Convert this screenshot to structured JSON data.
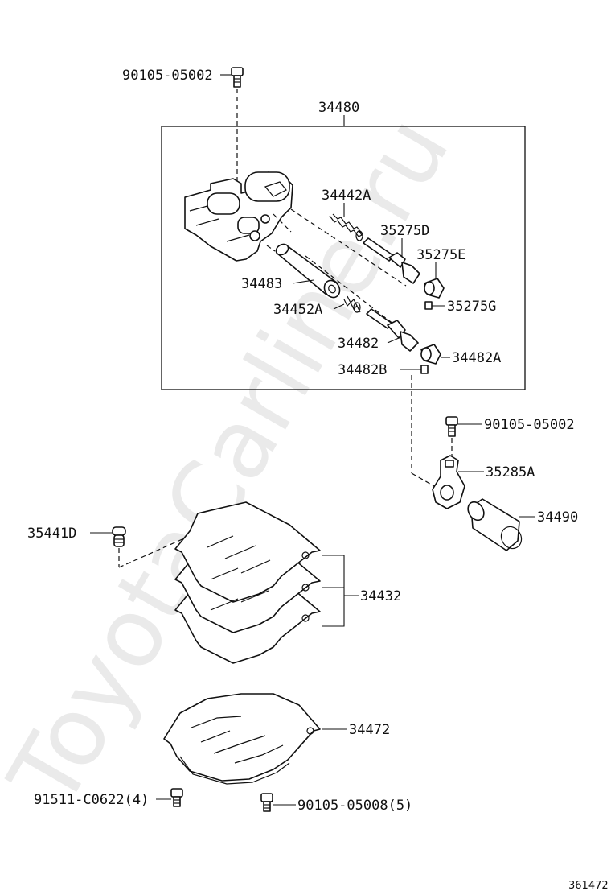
{
  "watermark": "ToyotaCarline.ru",
  "drawing_number": "361472",
  "labels": {
    "bolt_top": "90105-05002",
    "assembly": "34480",
    "spring_34442A": "34442A",
    "valve_35275D": "35275D",
    "plug_35275E": "35275E",
    "sleeve_34483": "34483",
    "spring_34452A": "34452A",
    "pin_35275G": "35275G",
    "valve_34482": "34482",
    "plug_34482A": "34482A",
    "pin_34482B": "34482B",
    "bolt_right": "90105-05002",
    "bracket_35285A": "35285A",
    "solenoid_34490": "34490",
    "check_ball_35441D": "35441D",
    "plates_34432": "34432",
    "body_34472": "34472",
    "bolt_91511": "91511-C0622(4)",
    "bolt_90105_05008": "90105-05008(5)"
  }
}
